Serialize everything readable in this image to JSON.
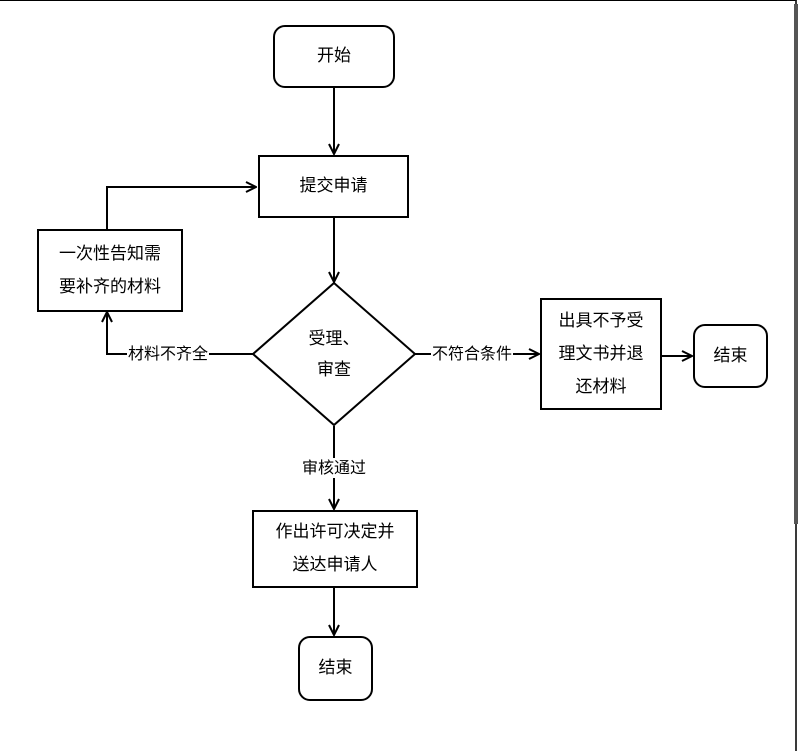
{
  "flowchart": {
    "start": "开始",
    "submit": "提交申请",
    "notify_line1": "一次性告知需",
    "notify_line2": "要补齐的材料",
    "review_line1": "受理、",
    "review_line2": "审查",
    "incomplete_label": "材料不齐全",
    "noncompliant_label": "不符合条件",
    "reject_line1": "出具不予受",
    "reject_line2": "理文书并退",
    "reject_line3": "还材料",
    "end_right": "结束",
    "approved_label": "审核通过",
    "decision_line1": "作出许可决定并",
    "decision_line2": "送达申请人",
    "end_bottom": "结束"
  }
}
